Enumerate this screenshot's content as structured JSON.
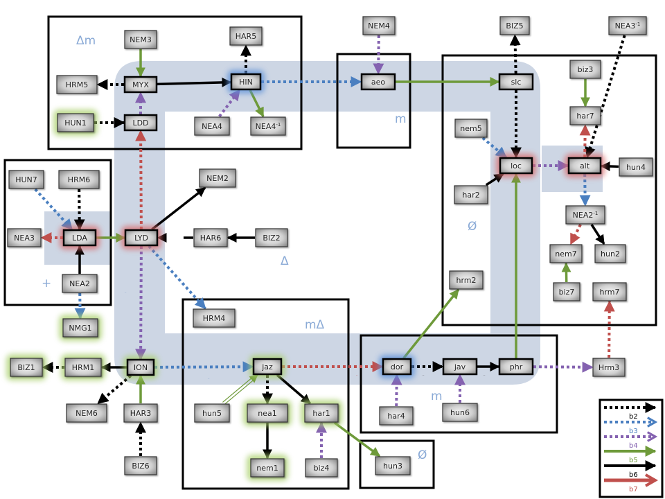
{
  "diagram": {
    "colors": {
      "b2": "#000000",
      "b3": "#4a7fc0",
      "b4": "#8462b0",
      "b5": "#6e9a3a",
      "b6": "#000000",
      "b7": "#c0504d",
      "band": "#cdd6e4",
      "region_label": "#8aaad6",
      "glow_red": "#d96a6a",
      "glow_green": "#a8cf6a",
      "glow_blue": "#5a8fd8"
    },
    "region_labels": [
      {
        "id": "top-left",
        "text": "Δm"
      },
      {
        "id": "aeo-box",
        "text": "m"
      },
      {
        "id": "right-box",
        "text": "Ø"
      },
      {
        "id": "left-box",
        "text": "+"
      },
      {
        "id": "center",
        "text": "Δ"
      },
      {
        "id": "jaz-box",
        "text": "mΔ"
      },
      {
        "id": "dor-box",
        "text": "m"
      },
      {
        "id": "hun3-box",
        "text": "Ø"
      }
    ],
    "nodes": [
      {
        "id": "NEM3",
        "label": "NEM3"
      },
      {
        "id": "HAR5",
        "label": "HAR5"
      },
      {
        "id": "HRM5",
        "label": "HRM5"
      },
      {
        "id": "MYX",
        "label": "MYX",
        "bold": true
      },
      {
        "id": "HIN",
        "label": "HIN",
        "bold": true,
        "glow": "blue"
      },
      {
        "id": "HUN1",
        "label": "HUN1",
        "glow": "green"
      },
      {
        "id": "LDD",
        "label": "LDD",
        "bold": true
      },
      {
        "id": "NEA4",
        "label": "NEA4"
      },
      {
        "id": "NEA4inv",
        "label": "NEA4",
        "sup": "-1"
      },
      {
        "id": "NEM4",
        "label": "NEM4"
      },
      {
        "id": "aeo",
        "label": "aeo",
        "bold": true
      },
      {
        "id": "BIZ5",
        "label": "BIZ5"
      },
      {
        "id": "slc",
        "label": "slc",
        "bold": true
      },
      {
        "id": "NEA3inv",
        "label": "NEA3",
        "sup": "-1"
      },
      {
        "id": "biz3",
        "label": "biz3"
      },
      {
        "id": "har7",
        "label": "har7"
      },
      {
        "id": "nem5",
        "label": "nem5"
      },
      {
        "id": "loc",
        "label": "loc",
        "bold": true,
        "glow": "red"
      },
      {
        "id": "alt",
        "label": "alt",
        "bold": true,
        "glow": "red"
      },
      {
        "id": "hun4",
        "label": "hun4"
      },
      {
        "id": "har2",
        "label": "har2"
      },
      {
        "id": "NEA2inv",
        "label": "NEA2",
        "sup": "-1"
      },
      {
        "id": "nem7",
        "label": "nem7"
      },
      {
        "id": "hun2",
        "label": "hun2"
      },
      {
        "id": "hrm2",
        "label": "hrm2"
      },
      {
        "id": "biz7",
        "label": "biz7"
      },
      {
        "id": "hrm7",
        "label": "hrm7"
      },
      {
        "id": "HUN7",
        "label": "HUN7"
      },
      {
        "id": "HRM6",
        "label": "HRM6"
      },
      {
        "id": "NEM2",
        "label": "NEM2"
      },
      {
        "id": "NEA3",
        "label": "NEA3"
      },
      {
        "id": "LDA",
        "label": "LDA",
        "bold": true,
        "glow": "red"
      },
      {
        "id": "LYD",
        "label": "LYD",
        "bold": true,
        "glow": "red"
      },
      {
        "id": "HAR6",
        "label": "HAR6"
      },
      {
        "id": "BIZ2",
        "label": "BIZ2"
      },
      {
        "id": "NEA2",
        "label": "NEA2"
      },
      {
        "id": "NMG1",
        "label": "NMG1",
        "glow": "green"
      },
      {
        "id": "HRM4",
        "label": "HRM4"
      },
      {
        "id": "BIZ1",
        "label": "BIZ1",
        "glow": "green"
      },
      {
        "id": "HRM1",
        "label": "HRM1",
        "glow": "green"
      },
      {
        "id": "ION",
        "label": "ION",
        "bold": true,
        "glow": "green"
      },
      {
        "id": "jaz",
        "label": "jaz",
        "bold": true,
        "glow": "green"
      },
      {
        "id": "dor",
        "label": "dor",
        "bold": true,
        "glow": "blue"
      },
      {
        "id": "jav",
        "label": "jav",
        "bold": true
      },
      {
        "id": "phr",
        "label": "phr",
        "bold": true
      },
      {
        "id": "Hrm3",
        "label": "Hrm3"
      },
      {
        "id": "NEM6",
        "label": "NEM6"
      },
      {
        "id": "HAR3",
        "label": "HAR3"
      },
      {
        "id": "BIZ6",
        "label": "BIZ6"
      },
      {
        "id": "hun5",
        "label": "hun5"
      },
      {
        "id": "nea1",
        "label": "nea1",
        "glow": "green"
      },
      {
        "id": "har1",
        "label": "har1",
        "glow": "green"
      },
      {
        "id": "nem1",
        "label": "nem1",
        "glow": "green"
      },
      {
        "id": "biz4",
        "label": "biz4"
      },
      {
        "id": "har4",
        "label": "har4"
      },
      {
        "id": "hun6",
        "label": "hun6"
      },
      {
        "id": "hun3",
        "label": "hun3"
      }
    ],
    "edges": [
      {
        "from": "NEM3",
        "to": "MYX",
        "type": "b5"
      },
      {
        "from": "MYX",
        "to": "HRM5",
        "type": "b2"
      },
      {
        "from": "MYX",
        "to": "HIN",
        "type": "b6"
      },
      {
        "from": "HIN",
        "to": "HAR5",
        "type": "b2"
      },
      {
        "from": "LDD",
        "to": "MYX",
        "type": "b4"
      },
      {
        "from": "HUN1",
        "to": "LDD",
        "type": "b2"
      },
      {
        "from": "NEA4",
        "to": "HIN",
        "type": "b4"
      },
      {
        "from": "HIN",
        "to": "NEA4inv",
        "type": "b5"
      },
      {
        "from": "HIN",
        "to": "aeo",
        "type": "b3"
      },
      {
        "from": "NEM4",
        "to": "aeo",
        "type": "b4"
      },
      {
        "from": "aeo",
        "to": "slc",
        "type": "b5"
      },
      {
        "from": "slc",
        "to": "BIZ5",
        "type": "b2"
      },
      {
        "from": "slc",
        "to": "loc",
        "type": "b2"
      },
      {
        "from": "NEA3inv",
        "to": "alt",
        "type": "b2"
      },
      {
        "from": "biz3",
        "to": "har7",
        "type": "b5"
      },
      {
        "from": "alt",
        "to": "har7",
        "type": "b7"
      },
      {
        "from": "nem5",
        "to": "loc",
        "type": "b3"
      },
      {
        "from": "har2",
        "to": "loc",
        "type": "b6"
      },
      {
        "from": "loc",
        "to": "alt",
        "type": "b4"
      },
      {
        "from": "hun4",
        "to": "alt",
        "type": "b6"
      },
      {
        "from": "alt",
        "to": "NEA2inv",
        "type": "b3"
      },
      {
        "from": "NEA2inv",
        "to": "nem7",
        "type": "b7"
      },
      {
        "from": "NEA2inv",
        "to": "hun2",
        "type": "b6"
      },
      {
        "from": "biz7",
        "to": "nem7",
        "type": "b5"
      },
      {
        "from": "Hrm3",
        "to": "hrm7",
        "type": "b7"
      },
      {
        "from": "phr",
        "to": "loc",
        "type": "b5"
      },
      {
        "from": "dor",
        "to": "hrm2",
        "type": "b5"
      },
      {
        "from": "LYD",
        "to": "LDD",
        "type": "b7"
      },
      {
        "from": "LYD",
        "to": "NEM2",
        "type": "b6"
      },
      {
        "from": "HUN7",
        "to": "LDA",
        "type": "b3"
      },
      {
        "from": "HRM6",
        "to": "LDA",
        "type": "b2"
      },
      {
        "from": "LDA",
        "to": "NEA3",
        "type": "b7"
      },
      {
        "from": "LDA",
        "to": "LYD",
        "type": "b5"
      },
      {
        "from": "NEA2",
        "to": "LDA",
        "type": "b6"
      },
      {
        "from": "HAR6",
        "to": "LYD",
        "type": "b6-dashed"
      },
      {
        "from": "BIZ2",
        "to": "HAR6",
        "type": "b6"
      },
      {
        "from": "NEA2",
        "to": "NMG1",
        "type": "b3"
      },
      {
        "from": "LYD",
        "to": "HRM4",
        "type": "b3"
      },
      {
        "from": "LYD",
        "to": "ION",
        "type": "b4"
      },
      {
        "from": "ION",
        "to": "HRM1",
        "type": "b6"
      },
      {
        "from": "HRM1",
        "to": "BIZ1",
        "type": "b2"
      },
      {
        "from": "ION",
        "to": "NEM6",
        "type": "b2"
      },
      {
        "from": "HAR3",
        "to": "ION",
        "type": "b5"
      },
      {
        "from": "BIZ6",
        "to": "HAR3",
        "type": "b2"
      },
      {
        "from": "ION",
        "to": "jaz",
        "type": "b3"
      },
      {
        "from": "jaz",
        "to": "dor",
        "type": "b7"
      },
      {
        "from": "hun5",
        "to": "jaz",
        "type": "b5-double"
      },
      {
        "from": "jaz",
        "to": "nea1",
        "type": "b2"
      },
      {
        "from": "jaz",
        "to": "har1",
        "type": "b6"
      },
      {
        "from": "nea1",
        "to": "nem1",
        "type": "b6"
      },
      {
        "from": "biz4",
        "to": "har1",
        "type": "b4"
      },
      {
        "from": "har1",
        "to": "hun3",
        "type": "b5"
      },
      {
        "from": "dor",
        "to": "jav",
        "type": "b2"
      },
      {
        "from": "jav",
        "to": "phr",
        "type": "b6"
      },
      {
        "from": "har4",
        "to": "dor",
        "type": "b4"
      },
      {
        "from": "hun6",
        "to": "jav",
        "type": "b4"
      },
      {
        "from": "phr",
        "to": "Hrm3",
        "type": "b4"
      }
    ],
    "legend": {
      "entries": [
        {
          "type": "b2",
          "label": "b2"
        },
        {
          "type": "b3",
          "label": "b3"
        },
        {
          "type": "b4",
          "label": "b4"
        },
        {
          "type": "b5",
          "label": "b5"
        },
        {
          "type": "b6",
          "label": "b6"
        },
        {
          "type": "b7",
          "label": "b7"
        }
      ]
    }
  }
}
